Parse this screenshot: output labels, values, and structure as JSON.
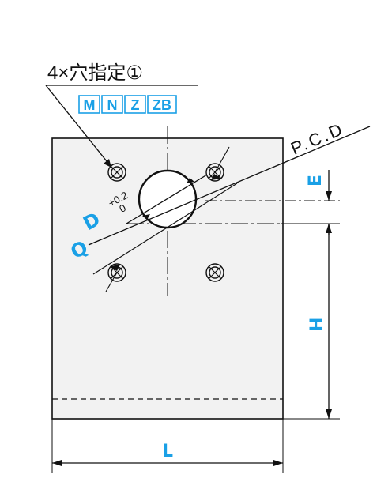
{
  "callout": {
    "text": "4×穴指定①"
  },
  "tags": [
    "M",
    "N",
    "Z",
    "ZB"
  ],
  "labels": {
    "pcd": "P.C.D",
    "e": "E",
    "h": "H",
    "l": "L",
    "d": "D",
    "q": "Q",
    "tol_upper": "+0.2",
    "tol_lower": "0"
  },
  "colors": {
    "accent": "#1aa0e6",
    "plate_fill": "#f2f2f2",
    "line": "#111111"
  }
}
